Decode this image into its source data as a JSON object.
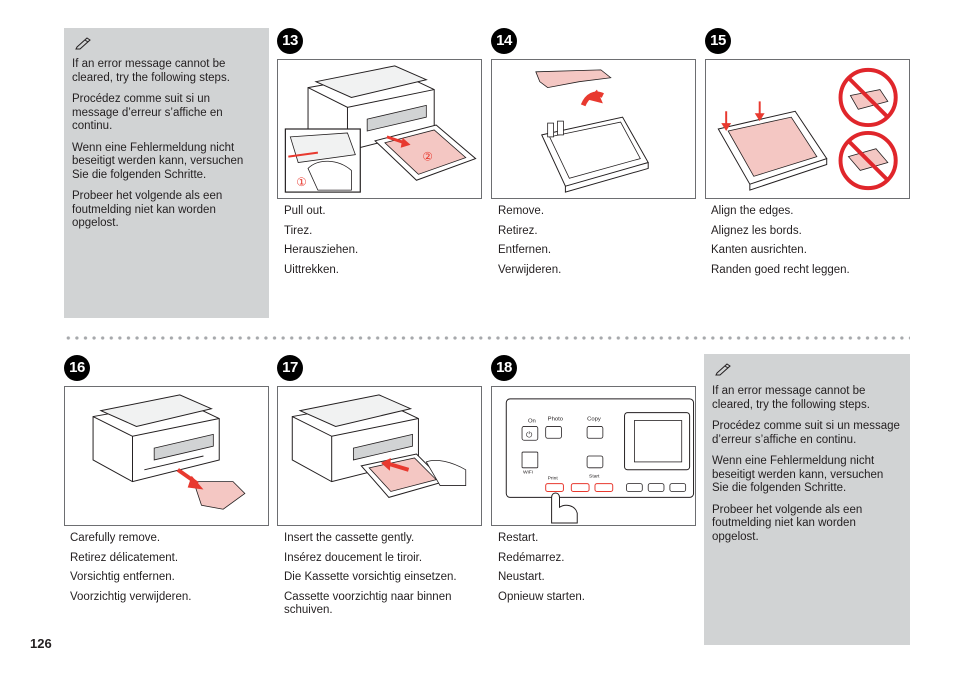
{
  "notes": {
    "top": [
      "If an error message cannot be cleared, try the following steps.",
      "Procédez comme suit si un message d’erreur s’affiche en continu.",
      "Wenn eine Fehlermeldung nicht beseitigt werden kann, versuchen Sie die folgenden Schritte.",
      "Probeer het volgende als een foutmelding niet kan worden opgelost."
    ],
    "bottom": [
      "If an error message cannot be cleared, try the following steps.",
      "Procédez comme suit si un message d’erreur s’affiche en continu.",
      "Wenn eine Fehlermeldung nicht beseitigt werden kann, versuchen Sie die folgenden Schritte.",
      "Probeer het volgende als een foutmelding niet kan worden opgelost."
    ]
  },
  "steps": [
    {
      "number": "13",
      "captions": [
        "Pull out.",
        "Tirez.",
        "Herausziehen.",
        "Uittrekken."
      ],
      "callouts": [
        "①",
        "②"
      ]
    },
    {
      "number": "14",
      "captions": [
        "Remove.",
        "Retirez.",
        "Entfernen.",
        "Verwijderen."
      ]
    },
    {
      "number": "15",
      "captions": [
        "Align the edges.",
        "Alignez les bords.",
        "Kanten ausrichten.",
        "Randen goed recht leggen."
      ]
    },
    {
      "number": "16",
      "captions": [
        "Carefully remove.",
        "Retirez délicatement.",
        "Vorsichtig entfernen.",
        "Voorzichtig verwijderen."
      ]
    },
    {
      "number": "17",
      "captions": [
        "Insert the cassette gently.",
        "Insérez doucement le tiroir.",
        "Die Kassette vorsichtig einsetzen.",
        "Cassette voorzichtig naar binnen schuiven."
      ]
    },
    {
      "number": "18",
      "captions": [
        "Restart.",
        "Redémarrez.",
        "Neustart.",
        "Opnieuw starten."
      ]
    }
  ],
  "control_panel": {
    "on": "On",
    "photo": "Photo",
    "copy": "Copy",
    "wifi": "WiFi",
    "print": "Print",
    "start": "Start"
  },
  "colors": {
    "note_bg": "#d1d3d4",
    "paper_pink": "#f4c7c3",
    "arrow_red": "#e8392f",
    "prohibit_red": "#e0262b"
  },
  "page_number": "126"
}
